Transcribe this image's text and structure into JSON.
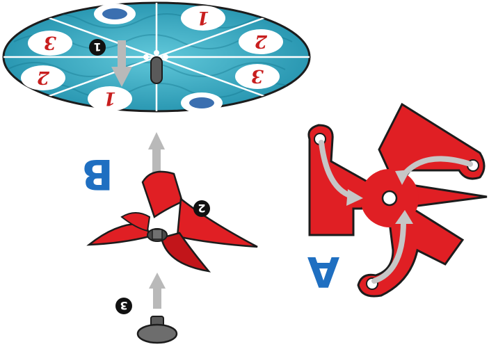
{
  "panel_letters": [
    "A",
    "B"
  ],
  "step_badges": [
    "1",
    "2",
    "3"
  ],
  "wheel_numbers": [
    "1",
    "2",
    "3",
    "2",
    "3",
    "1"
  ],
  "colors": {
    "wheel_water": "#2fa9c2",
    "wheel_rim": "#1c1c1c",
    "spinner_red": "#e01f24",
    "arrow_grey": "#b9b9b9",
    "letter_blue": "#1f6fc1",
    "badge_black": "#111111",
    "peg_grey": "#6d6d6d"
  },
  "icons": {
    "arrow": "upward-arrow-icon",
    "peg": "peg-icon",
    "spinner": "pinwheel-spinner-icon",
    "wheel": "number-wheel-icon"
  }
}
